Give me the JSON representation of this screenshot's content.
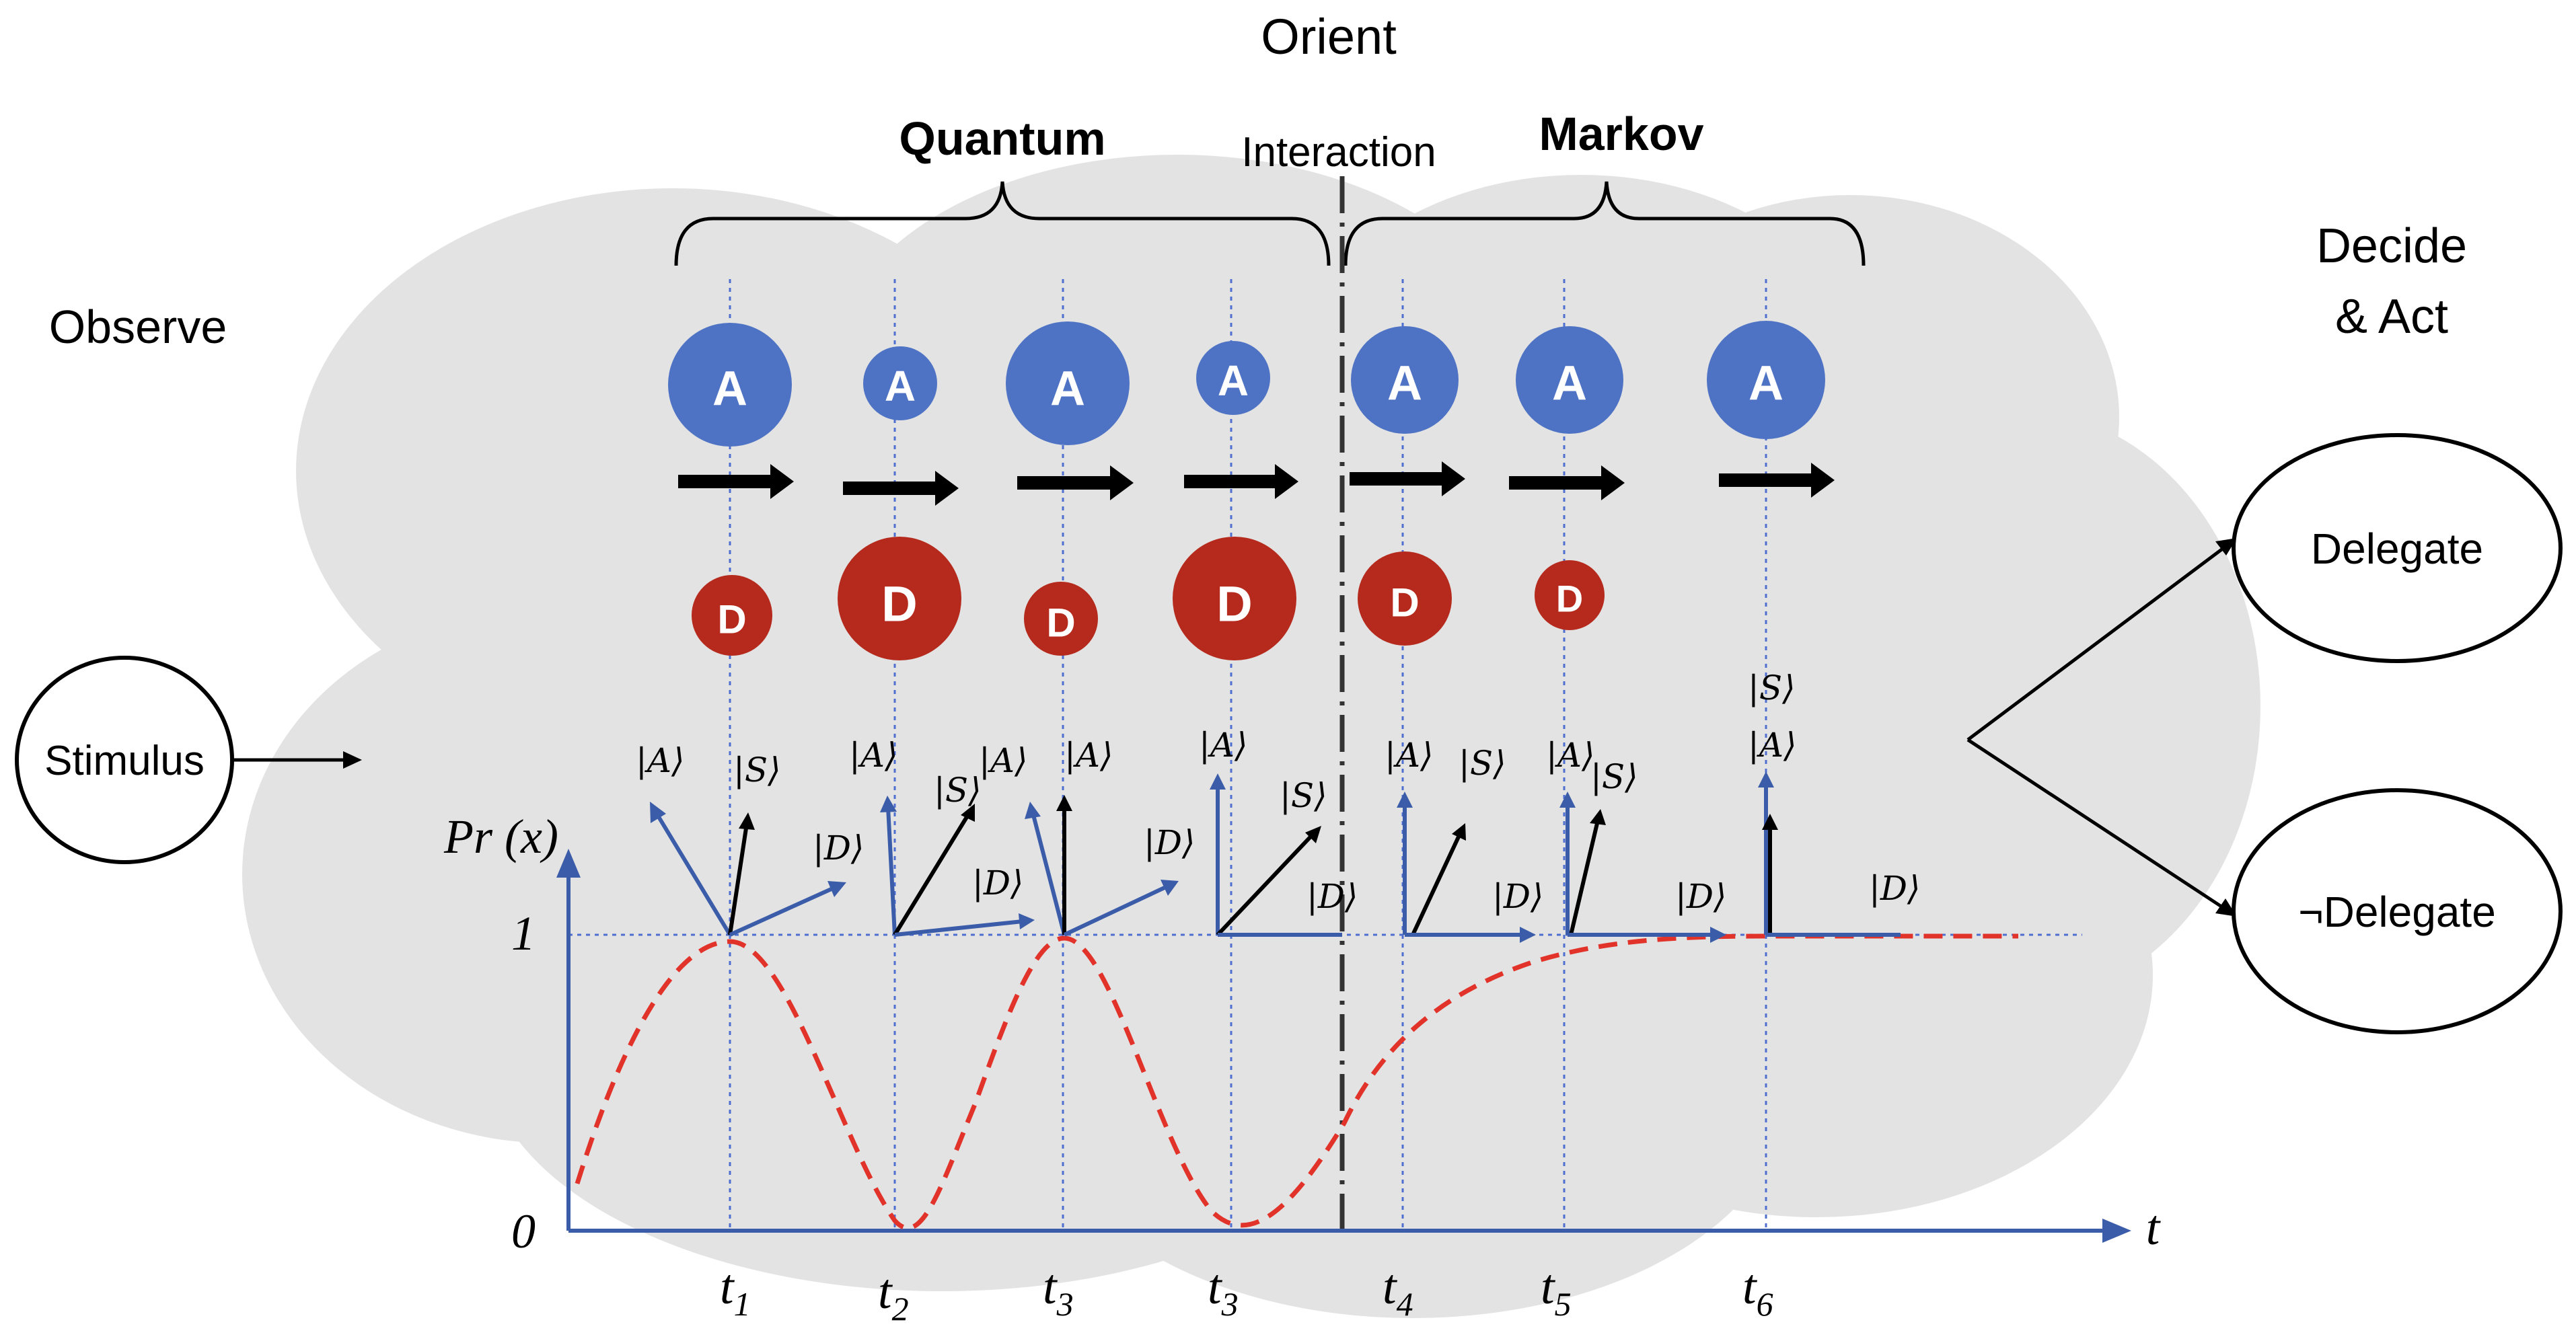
{
  "headings": {
    "orient": "Orient",
    "observe": "Observe",
    "decide_line1": "Decide",
    "decide_line2": "& Act",
    "quantum": "Quantum",
    "markov": "Markov",
    "interaction": "Interaction"
  },
  "nodes": {
    "stimulus": "Stimulus",
    "delegate": "Delegate",
    "not_delegate": "¬Delegate"
  },
  "axes": {
    "y_label": "Pr (x)",
    "y_tick_1": "1",
    "y_tick_0": "0",
    "x_label": "t"
  },
  "circle_labels": {
    "a": "A",
    "d": "D"
  },
  "kets": {
    "a": "|A⟩",
    "s": "|S⟩",
    "d": "|D⟩"
  },
  "time_steps": [
    {
      "label": "t",
      "sub": "1"
    },
    {
      "label": "t",
      "sub": "2"
    },
    {
      "label": "t",
      "sub": "3"
    },
    {
      "label": "t",
      "sub": "3"
    },
    {
      "label": "t",
      "sub": "4"
    },
    {
      "label": "t",
      "sub": "5"
    },
    {
      "label": "t",
      "sub": "6"
    }
  ],
  "colors": {
    "cloud": "#e3e3e3",
    "circle_a": "#4f73c4",
    "circle_d": "#b52a1c",
    "axis_blue": "#3b5ca8",
    "curve_red": "#e2332a"
  }
}
